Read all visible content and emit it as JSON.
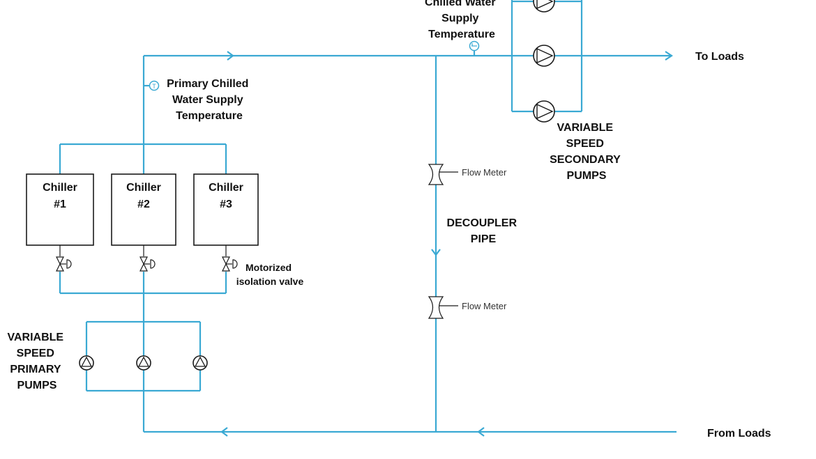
{
  "colors": {
    "pipe": "#3AA9D3",
    "outline": "#1a1a1a",
    "text": "#111111"
  },
  "labels": {
    "secondary_temp": [
      "Chilled Water",
      "Supply",
      "Temperature"
    ],
    "primary_temp": [
      "Primary Chilled",
      "Water Supply",
      "Temperature"
    ],
    "to_loads": "To Loads",
    "from_loads": "From  Loads",
    "secondary_pumps": [
      "VARIABLE",
      "SPEED",
      "SECONDARY",
      "PUMPS"
    ],
    "primary_pumps": [
      "VARIABLE",
      "SPEED",
      "PRIMARY",
      "PUMPS"
    ],
    "decoupler": [
      "DECOUPLER",
      "PIPE"
    ],
    "flow_meter_top": "Flow Meter",
    "flow_meter_bottom": "Flow Meter",
    "isolation_valve": [
      "Motorized",
      "isolation valve"
    ],
    "temp_sensor_symbol": "T"
  },
  "chillers": [
    {
      "name": "Chiller",
      "number": "#1"
    },
    {
      "name": "Chiller",
      "number": "#2"
    },
    {
      "name": "Chiller",
      "number": "#3"
    }
  ],
  "icons": [
    "temperature-sensor-icon",
    "pump-icon",
    "isolation-valve-icon",
    "flow-meter-icon",
    "flow-arrow-icon"
  ]
}
